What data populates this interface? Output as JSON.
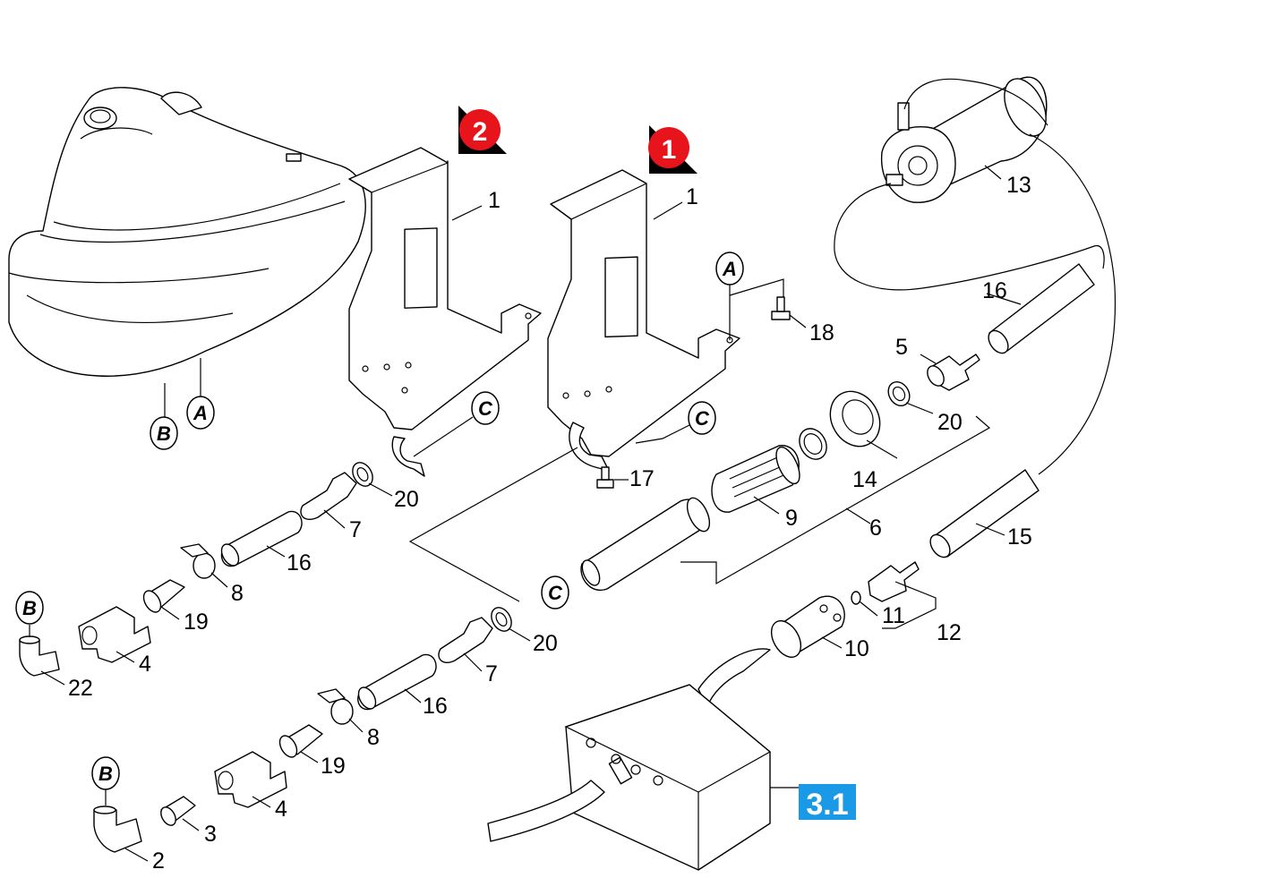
{
  "variant_badges": [
    {
      "label": "2",
      "color": "#e8141c"
    },
    {
      "label": "1",
      "color": "#e8141c"
    }
  ],
  "assembly_reference": {
    "label": "3.1",
    "color": "#1a9ae6"
  },
  "connector_markers": [
    "A",
    "B",
    "C"
  ],
  "part_numbers": [
    "1",
    "2",
    "3",
    "4",
    "5",
    "6",
    "7",
    "8",
    "9",
    "10",
    "11",
    "12",
    "13",
    "14",
    "15",
    "16",
    "17",
    "18",
    "19",
    "20",
    "22"
  ],
  "callouts": {
    "bracket_2": "1",
    "bracket_1": "1",
    "pump": "13",
    "hose_top": "16",
    "screw_18": "18",
    "nipple_5": "5",
    "washer_20_right": "20",
    "nut_14": "14",
    "filter_9": "9",
    "housing_6": "6",
    "screw_17": "17",
    "hose_15": "15",
    "nipple_11": "11",
    "group_12": "12",
    "coupling_10": "10",
    "nozzle_7_upper": "7",
    "washer_20_upper": "20",
    "hose_16_upper": "16",
    "clamp_8_upper": "8",
    "fitting_19_upper": "19",
    "valve_4_upper": "4",
    "elbow_22": "22",
    "nozzle_7_lower": "7",
    "washer_20_lower": "20",
    "hose_16_lower": "16",
    "clamp_8_lower": "8",
    "fitting_19_lower": "19",
    "valve_4_lower": "4",
    "nipple_3": "3",
    "elbow_2": "2"
  }
}
